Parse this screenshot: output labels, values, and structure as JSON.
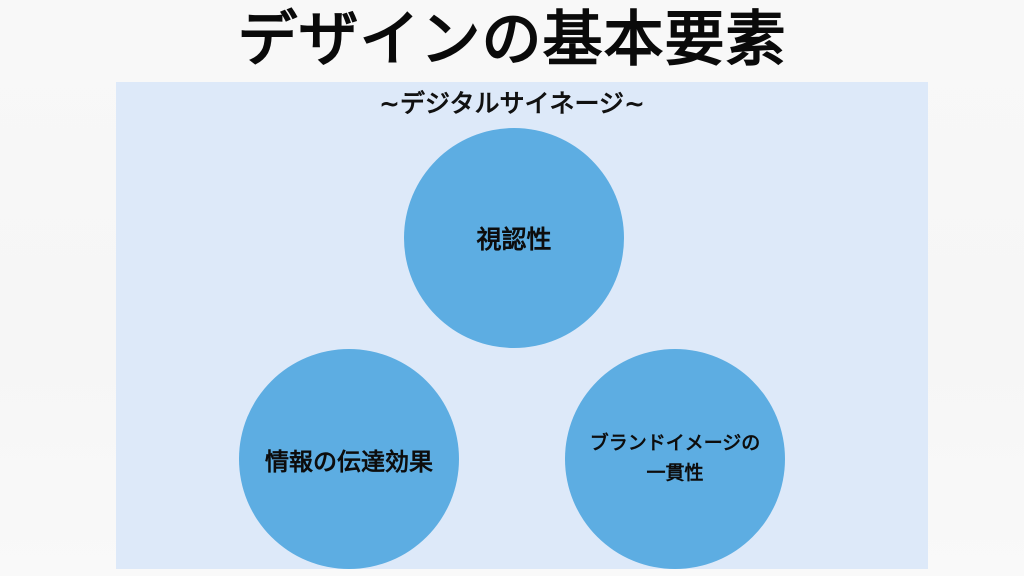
{
  "header": {
    "title": "デザインの基本要素",
    "subtitle": "~デジタルサイネージ~"
  },
  "colors": {
    "page_background": "#f8f8f8",
    "panel_background": "#dde9f9",
    "circle_fill": "#5dade2",
    "text": "#0d0d0d"
  },
  "diagram": {
    "nodes": [
      {
        "id": "visibility",
        "label": "視認性",
        "position": "top"
      },
      {
        "id": "information",
        "label": "情報の伝達効果",
        "position": "bottom-left"
      },
      {
        "id": "brand",
        "label_line1": "ブランドイメージの",
        "label_line2": "一貫性",
        "position": "bottom-right"
      }
    ]
  }
}
